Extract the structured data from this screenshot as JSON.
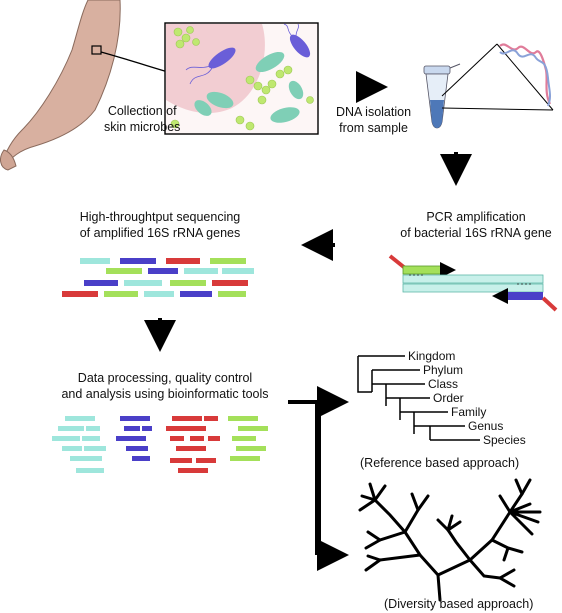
{
  "steps": {
    "collection": {
      "line1": "Collection of",
      "line2": "skin microbes"
    },
    "dna": {
      "line1": "DNA isolation",
      "line2": "from sample"
    },
    "pcr": {
      "line1": "PCR amplification",
      "line2": "of bacterial 16S rRNA gene"
    },
    "sequencing": {
      "line1": "High-throughtput sequencing",
      "line2": "of amplified 16S rRNA genes"
    },
    "processing": {
      "line1": "Data processing, quality control",
      "line2": "and analysis using bioinformatic tools"
    }
  },
  "taxonomy": [
    "Kingdom",
    "Phylum",
    "Class",
    "Order",
    "Family",
    "Genus",
    "Species"
  ],
  "approaches": {
    "reference": "(Reference based approach)",
    "diversity": "(Diversity based approach)"
  },
  "colors": {
    "cyan": "#9ee6dc",
    "blue": "#4a3fc8",
    "red": "#d83a3a",
    "green": "#a4e05a",
    "microbe_teal": "#7fcfb6",
    "coccus_green": "#bfe870",
    "skin": "#d8b0a0"
  }
}
